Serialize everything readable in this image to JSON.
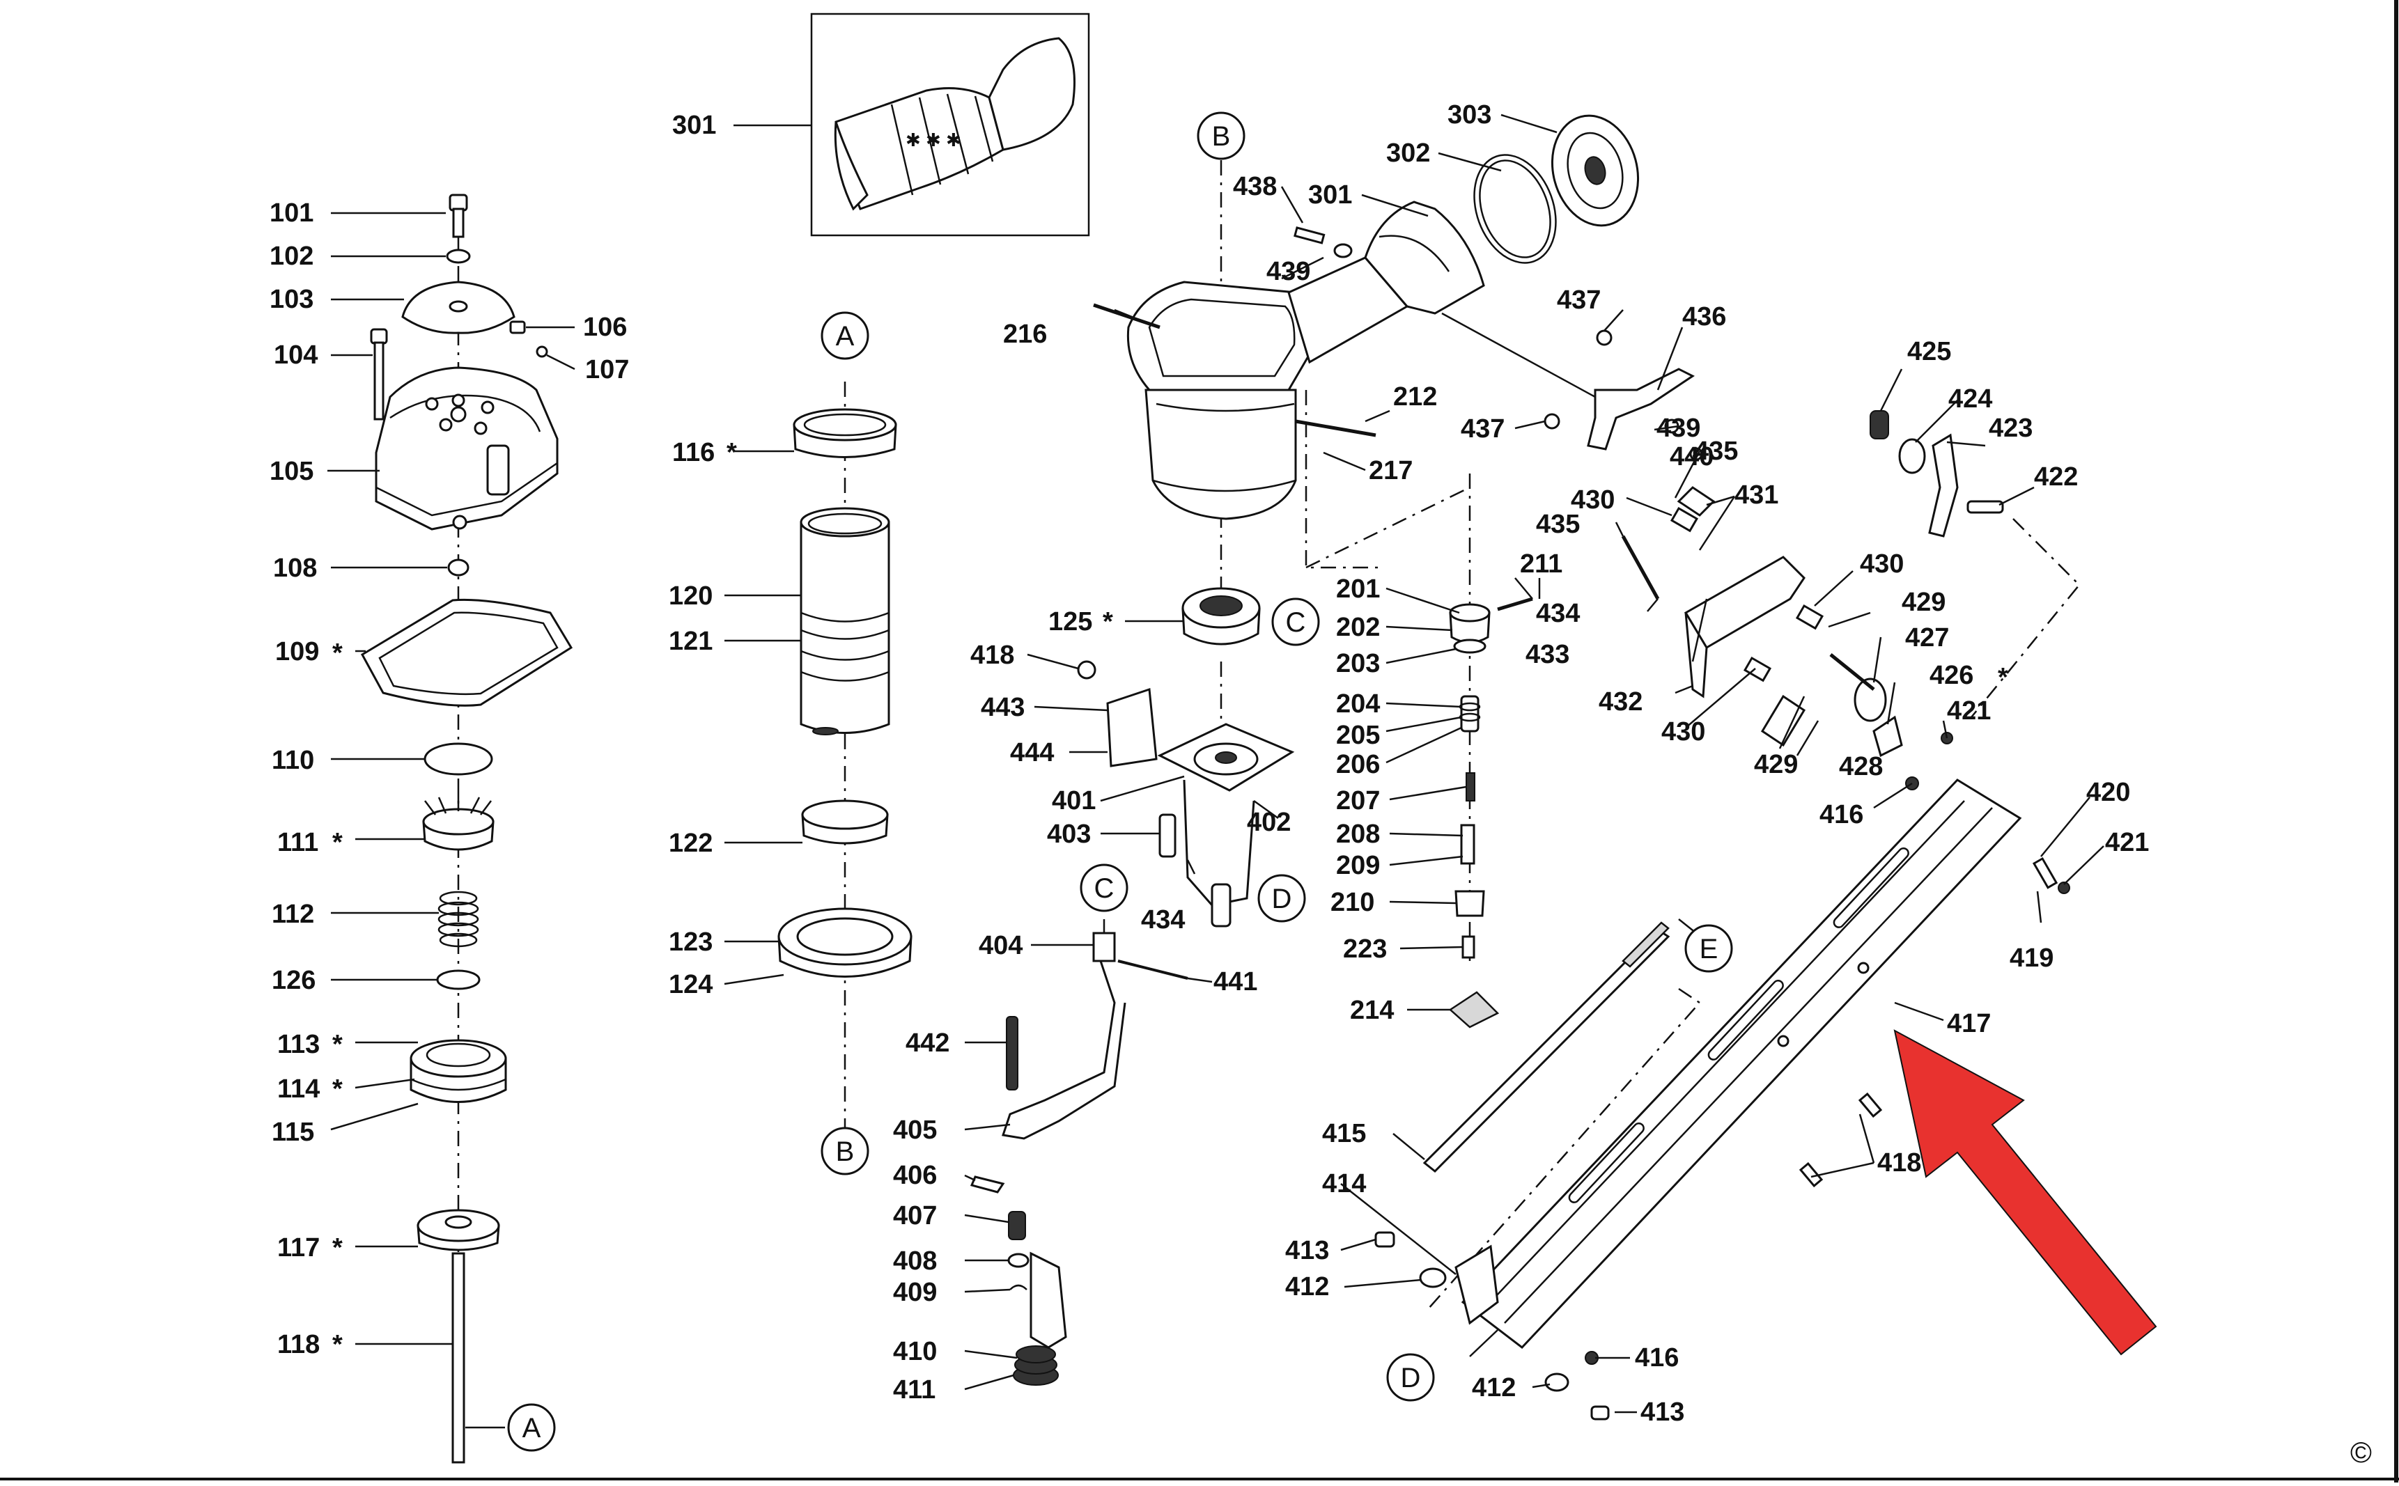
{
  "diagram": {
    "copyright_symbol": "©",
    "reference_letters": [
      "A",
      "B",
      "C",
      "D",
      "E"
    ],
    "asterisk": "*",
    "arrow_color": "#e8322f",
    "labels": {
      "101": "101",
      "102": "102",
      "103": "103",
      "104": "104",
      "105": "105",
      "106": "106",
      "107": "107",
      "108": "108",
      "109": "109",
      "110": "110",
      "111": "111",
      "112": "112",
      "113": "113",
      "114": "114",
      "115": "115",
      "116": "116",
      "117": "117",
      "118": "118",
      "120": "120",
      "121": "121",
      "122": "122",
      "123": "123",
      "124": "124",
      "125": "125",
      "126": "126",
      "201": "201",
      "202": "202",
      "203": "203",
      "204": "204",
      "205": "205",
      "206": "206",
      "207": "207",
      "208": "208",
      "209": "209",
      "210": "210",
      "211": "211",
      "212": "212",
      "214": "214",
      "216": "216",
      "217": "217",
      "223": "223",
      "301": "301",
      "302": "302",
      "303": "303",
      "401": "401",
      "402": "402",
      "403": "403",
      "404": "404",
      "405": "405",
      "406": "406",
      "407": "407",
      "408": "408",
      "409": "409",
      "410": "410",
      "411": "411",
      "412": "412",
      "413": "413",
      "414": "414",
      "415": "415",
      "416": "416",
      "417": "417",
      "418": "418",
      "419": "419",
      "420": "420",
      "421": "421",
      "422": "422",
      "423": "423",
      "424": "424",
      "425": "425",
      "426": "426",
      "427": "427",
      "428": "428",
      "429": "429",
      "430": "430",
      "431": "431",
      "432": "432",
      "433": "433",
      "434": "434",
      "435": "435",
      "436": "436",
      "437": "437",
      "438": "438",
      "439": "439",
      "440": "440",
      "441": "441",
      "442": "442",
      "443": "443",
      "444": "444"
    }
  }
}
